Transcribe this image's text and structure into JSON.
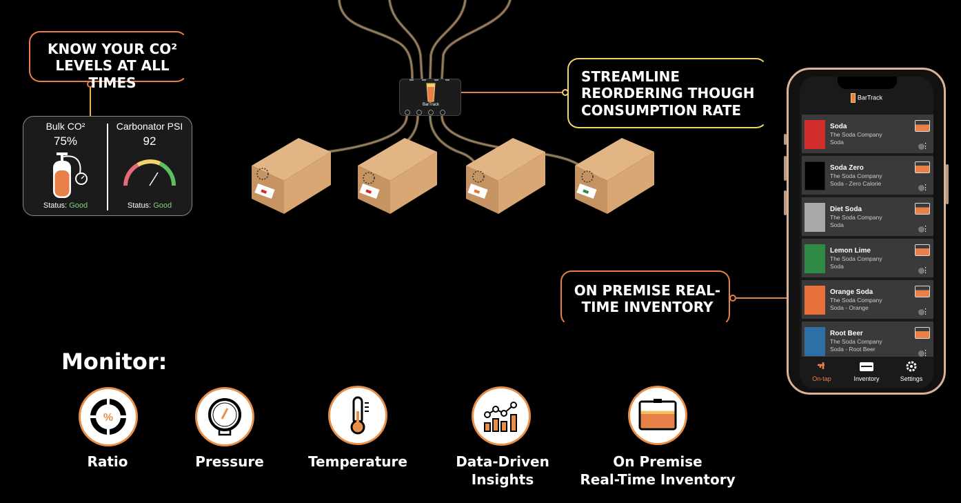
{
  "callouts": {
    "co2_line1": "KNOW YOUR CO²",
    "co2_line2": "LEVELS AT ALL TIMES",
    "reorder_line1": "STREAMLINE",
    "reorder_line2": "REORDERING THOUGH",
    "reorder_line3": "CONSUMPTION RATE",
    "inventory_line1": "ON PREMISE REAL-",
    "inventory_line2": "TIME INVENTORY"
  },
  "co2_card": {
    "bulk_title": "Bulk CO²",
    "bulk_value": "75%",
    "bulk_level": 0.75,
    "bulk_status_label": "Status:",
    "bulk_status": "Good",
    "psi_title": "Carbonator PSI",
    "psi_value": "92",
    "psi_status_label": "Status:",
    "psi_status": "Good"
  },
  "colors": {
    "accent_orange": "#e8804a",
    "accent_yellow": "#f3d36b",
    "good_green": "#7fd37f",
    "box_tan": "#d9a773"
  },
  "hub": {
    "brand": "BarTrack",
    "ports": [
      "1",
      "2",
      "3",
      "4"
    ]
  },
  "phone": {
    "brand": "BarTrack",
    "items": [
      {
        "name": "Soda",
        "company": "The Soda Company",
        "sub": "Soda",
        "color": "#d42d2d"
      },
      {
        "name": "Soda Zero",
        "company": "The Soda Company",
        "sub": "Soda - Zero Calorie",
        "color": "#000000"
      },
      {
        "name": "Diet Soda",
        "company": "The Soda Company",
        "sub": "Soda",
        "color": "#a8a8a8"
      },
      {
        "name": "Lemon Lime",
        "company": "The Soda Company",
        "sub": "Soda",
        "color": "#2f8a46"
      },
      {
        "name": "Orange Soda",
        "company": "The Soda Company",
        "sub": "Soda - Orange",
        "color": "#e8703a"
      },
      {
        "name": "Root Beer",
        "company": "The Soda Company",
        "sub": "Soda - Root Beer",
        "color": "#2e6fa8"
      }
    ],
    "tabs": [
      {
        "label": "On-tap",
        "icon": "tap-icon"
      },
      {
        "label": "Inventory",
        "icon": "inventory-icon"
      },
      {
        "label": "Settings",
        "icon": "gear-icon"
      }
    ]
  },
  "monitor": {
    "title": "Monitor:",
    "items": [
      {
        "label_1": "Ratio",
        "label_2": "",
        "icon": "ratio-icon"
      },
      {
        "label_1": "Pressure",
        "label_2": "",
        "icon": "pressure-gauge-icon"
      },
      {
        "label_1": "Temperature",
        "label_2": "",
        "icon": "thermometer-icon"
      },
      {
        "label_1": "Data-Driven",
        "label_2": "Insights",
        "icon": "bar-chart-icon"
      },
      {
        "label_1": "On Premise",
        "label_2": "Real-Time Inventory",
        "icon": "inventory-card-icon"
      }
    ]
  }
}
